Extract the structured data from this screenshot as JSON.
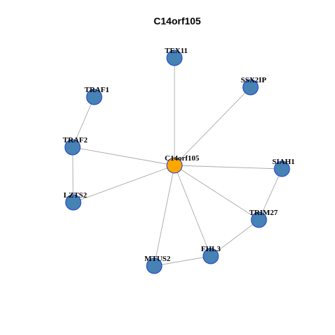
{
  "title": "C14orf105",
  "colors": {
    "background": "#ffffff",
    "center_node_fill": "#FFA500",
    "node_fill": "#4682B4",
    "node_border": "#1f3fd0",
    "edge": "#a8a8a8"
  },
  "nodes": [
    {
      "id": "C14orf105",
      "label": "C14orf105",
      "role": "center"
    },
    {
      "id": "TEX11",
      "label": "TEX11",
      "role": "neighbor"
    },
    {
      "id": "SSX2IP",
      "label": "SSX2IP",
      "role": "neighbor"
    },
    {
      "id": "TRAF1",
      "label": "TRAF1",
      "role": "neighbor"
    },
    {
      "id": "TRAF2",
      "label": "TRAF2",
      "role": "neighbor"
    },
    {
      "id": "SIAH1",
      "label": "SIAH1",
      "role": "neighbor"
    },
    {
      "id": "LZTS2",
      "label": "LZTS2",
      "role": "neighbor"
    },
    {
      "id": "TRIM27",
      "label": "TRIM27",
      "role": "neighbor"
    },
    {
      "id": "FHL3",
      "label": "FHL3",
      "role": "neighbor"
    },
    {
      "id": "MTUS2",
      "label": "MTUS2",
      "role": "neighbor"
    }
  ],
  "edges": [
    {
      "source": "C14orf105",
      "target": "TEX11"
    },
    {
      "source": "C14orf105",
      "target": "SSX2IP"
    },
    {
      "source": "C14orf105",
      "target": "TRAF2"
    },
    {
      "source": "C14orf105",
      "target": "SIAH1"
    },
    {
      "source": "C14orf105",
      "target": "LZTS2"
    },
    {
      "source": "C14orf105",
      "target": "TRIM27"
    },
    {
      "source": "C14orf105",
      "target": "FHL3"
    },
    {
      "source": "C14orf105",
      "target": "MTUS2"
    },
    {
      "source": "TRAF1",
      "target": "TRAF2"
    },
    {
      "source": "TRAF2",
      "target": "LZTS2"
    },
    {
      "source": "SIAH1",
      "target": "TRIM27"
    },
    {
      "source": "TRIM27",
      "target": "FHL3"
    },
    {
      "source": "FHL3",
      "target": "MTUS2"
    }
  ]
}
